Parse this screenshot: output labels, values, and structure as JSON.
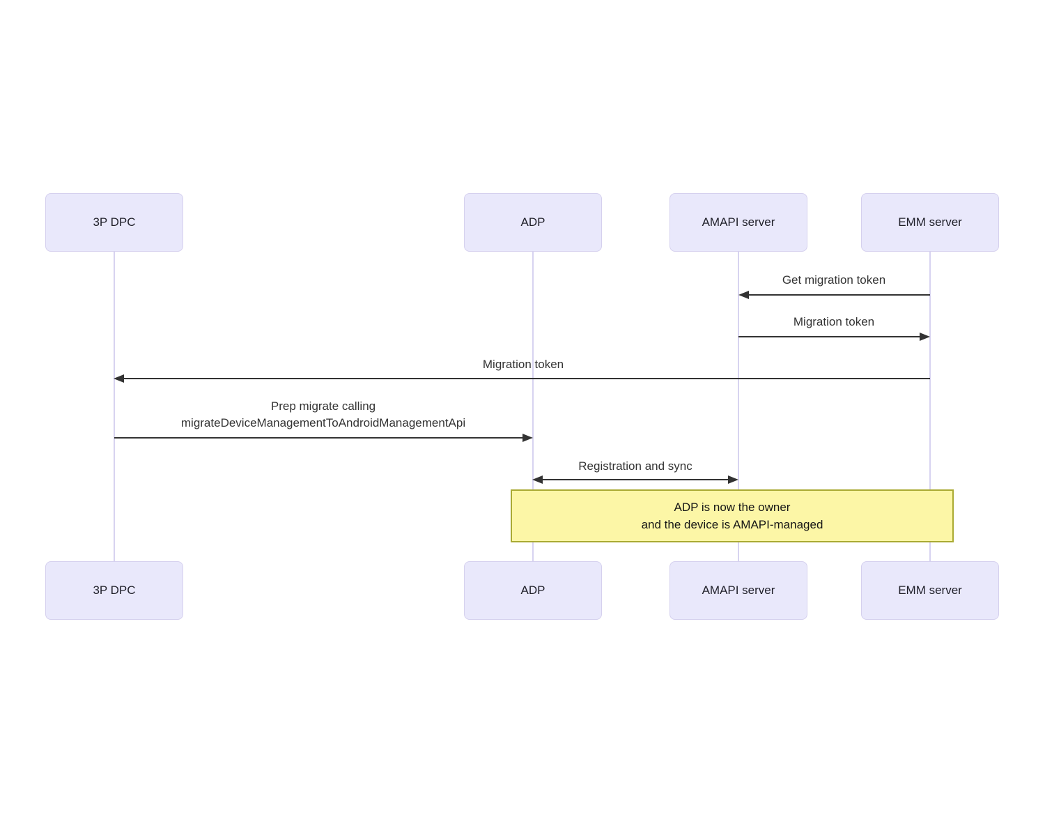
{
  "diagram": {
    "type": "sequence-diagram",
    "actors": [
      {
        "label": "3P DPC"
      },
      {
        "label": "ADP"
      },
      {
        "label": "AMAPI server"
      },
      {
        "label": "EMM server"
      }
    ],
    "messages": [
      {
        "label": "Get migration token",
        "from": "EMM server",
        "to": "AMAPI server",
        "arrow": "left"
      },
      {
        "label": "Migration token",
        "from": "AMAPI server",
        "to": "EMM server",
        "arrow": "right"
      },
      {
        "label": "Migration token",
        "from": "EMM server",
        "to": "3P DPC",
        "arrow": "left"
      },
      {
        "label_line1": "Prep migrate calling",
        "label_line2": "migrateDeviceManagementToAndroidManagementApi",
        "from": "3P DPC",
        "to": "ADP",
        "arrow": "right"
      },
      {
        "label": "Registration and sync",
        "from": "ADP",
        "to": "AMAPI server",
        "arrow": "both"
      }
    ],
    "note": {
      "line1": "ADP is now the owner",
      "line2": "and the device is AMAPI-managed",
      "spans": "ADP to EMM server"
    },
    "colors": {
      "actor_fill": "#E9E8FB",
      "actor_border": "#D5D0EE",
      "lifeline": "#D7D3F0",
      "arrow": "#333333",
      "message_text": "#333333",
      "note_fill": "#FCF6A6",
      "note_border": "#AAAA33",
      "background": "#FFFFFF"
    }
  }
}
